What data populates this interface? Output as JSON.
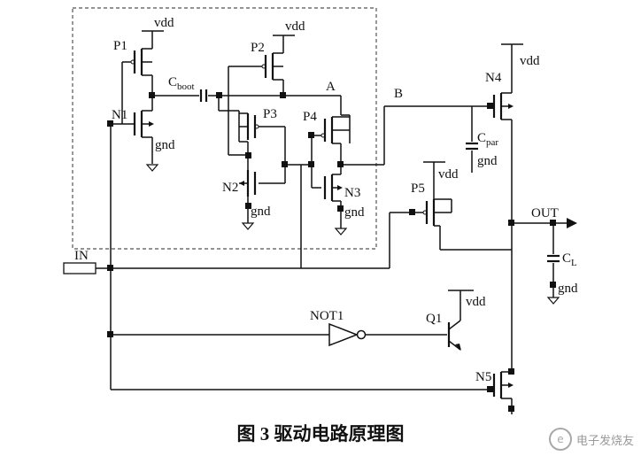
{
  "diagram": {
    "labels": {
      "vdd": "vdd",
      "gnd": "gnd",
      "p1": "P1",
      "p2": "P2",
      "p3": "P3",
      "p4": "P4",
      "p5": "P5",
      "n1": "N1",
      "n2": "N2",
      "n3": "N3",
      "n4": "N4",
      "n5": "N5",
      "c": "C",
      "boot": "boot",
      "par": "par",
      "l": "L",
      "node_a": "A",
      "node_b": "B",
      "in": "IN",
      "out": "OUT",
      "not1": "NOT1",
      "q1": "Q1"
    },
    "caption": "图 3 驱动电路原理图"
  },
  "watermark": {
    "text": "电子发烧友",
    "mark": "e"
  }
}
